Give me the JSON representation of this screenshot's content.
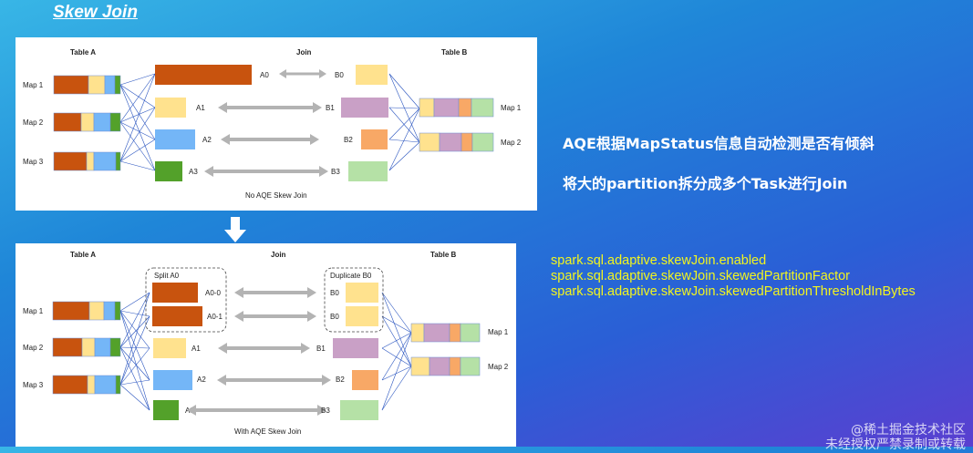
{
  "title": "Skew Join",
  "panel_top": {
    "table_a": "Table A",
    "join": "Join",
    "table_b": "Table B",
    "map1": "Map 1",
    "map2": "Map 2",
    "map3": "Map 3",
    "a0": "A0",
    "a1": "A1",
    "a2": "A2",
    "a3": "A3",
    "b0": "B0",
    "b1": "B1",
    "b2": "B2",
    "b3": "B3",
    "bmap1": "Map 1",
    "bmap2": "Map 2",
    "caption": "No AQE Skew Join"
  },
  "panel_bottom": {
    "table_a": "Table A",
    "join": "Join",
    "table_b": "Table B",
    "map1": "Map 1",
    "map2": "Map 2",
    "map3": "Map 3",
    "split_a0": "Split A0",
    "duplicate_b0": "Duplicate B0",
    "a00": "A0-0",
    "a01": "A0-1",
    "a1": "A1",
    "a2": "A2",
    "a3": "A3",
    "b0a": "B0",
    "b0b": "B0",
    "b1": "B1",
    "b2": "B2",
    "b3": "B3",
    "bmap1": "Map 1",
    "bmap2": "Map 2",
    "caption": "With AQE Skew Join"
  },
  "bullets": [
    "AQE根据MapStatus信息自动检测是否有倾斜",
    "将大的partition拆分成多个Task进行Join"
  ],
  "configs": [
    "spark.sql.adaptive.skewJoin.enabled",
    "spark.sql.adaptive.skewJoin.skewedPartitionFactor",
    "spark.sql.adaptive.skewJoin.skewedPartitionThresholdInBytes"
  ],
  "watermark": {
    "line1": "@稀土掘金技术社区",
    "line2": "未经授权严禁录制或转载"
  },
  "colors": {
    "orange": "#c8530e",
    "yellow": "#ffe28e",
    "blue": "#74b6f7",
    "green": "#53a12a",
    "purple": "#c9a0c6",
    "peach": "#f8a866",
    "lightgreen": "#b5e1a6",
    "config_text": "#f2f51e"
  }
}
